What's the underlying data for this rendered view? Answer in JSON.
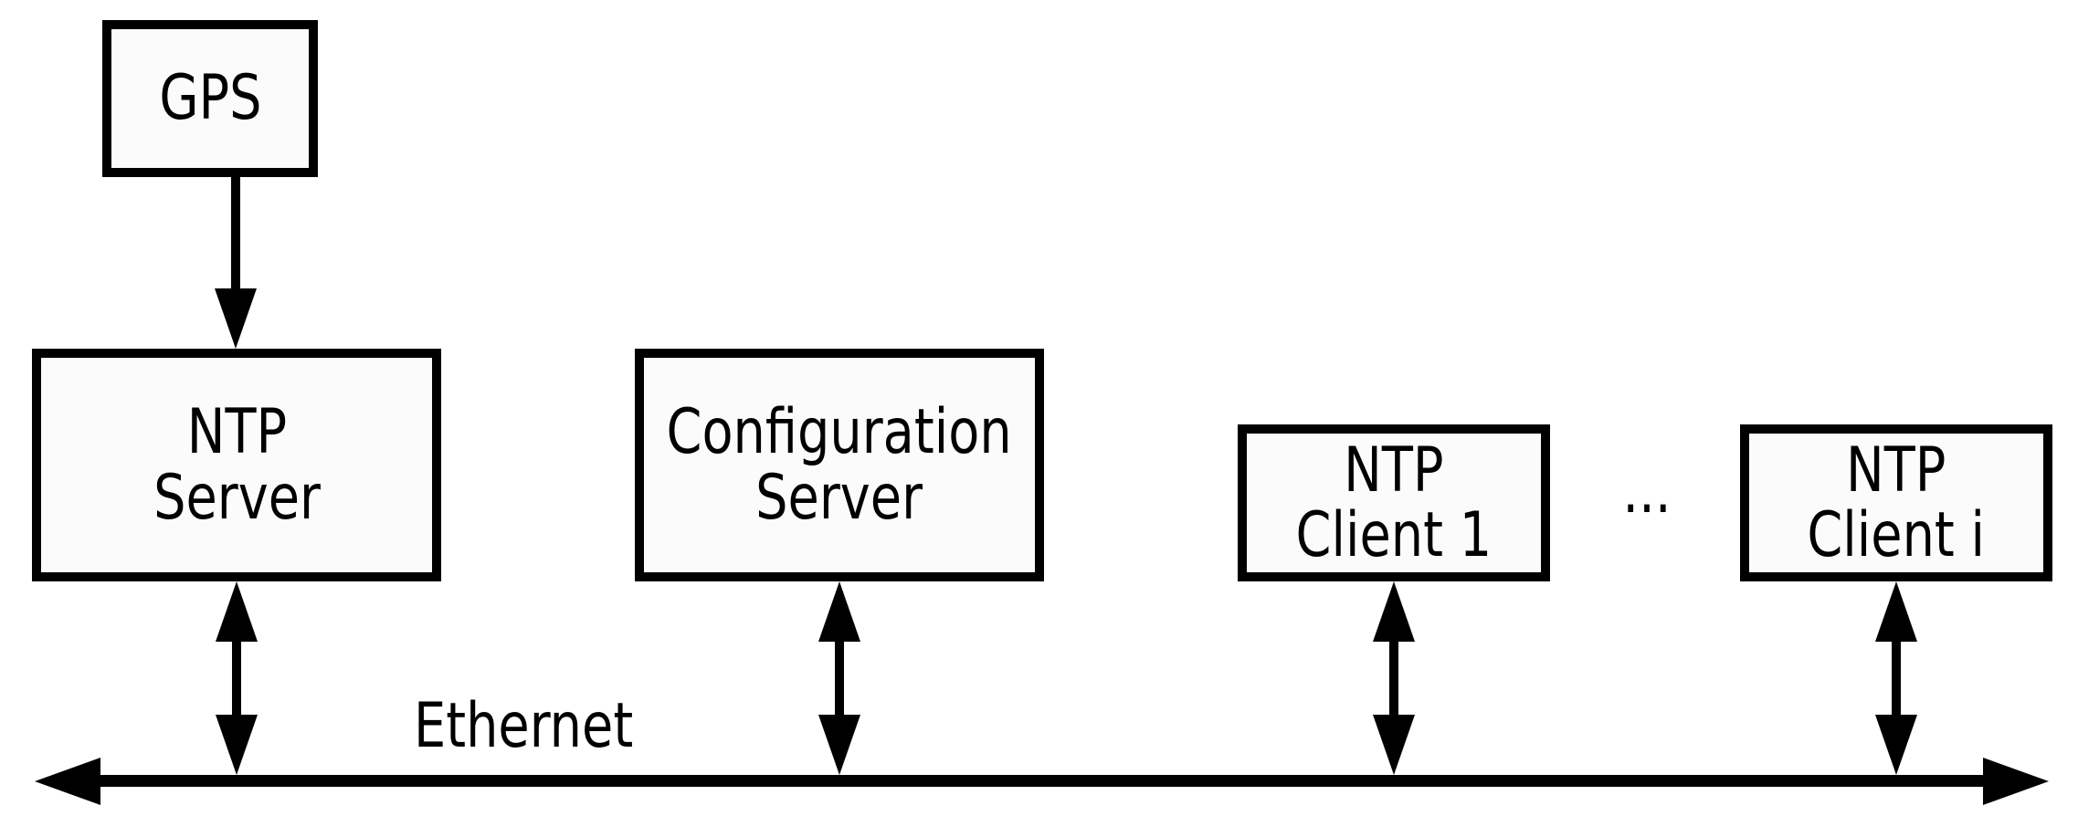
{
  "diagram": {
    "nodes": {
      "gps": {
        "label": "GPS"
      },
      "ntp_server": {
        "line1": "NTP",
        "line2": "Server"
      },
      "config_server": {
        "line1": "Configuration",
        "line2": "Server"
      },
      "ntp_client_1": {
        "line1": "NTP",
        "line2": "Client 1"
      },
      "ntp_client_i": {
        "line1": "NTP",
        "line2": "Client i"
      },
      "ellipsis": "..."
    },
    "bus": {
      "label": "Ethernet"
    },
    "colors": {
      "stroke": "#000000",
      "box_fill": "#fbfbfb",
      "background": "#ffffff"
    }
  }
}
